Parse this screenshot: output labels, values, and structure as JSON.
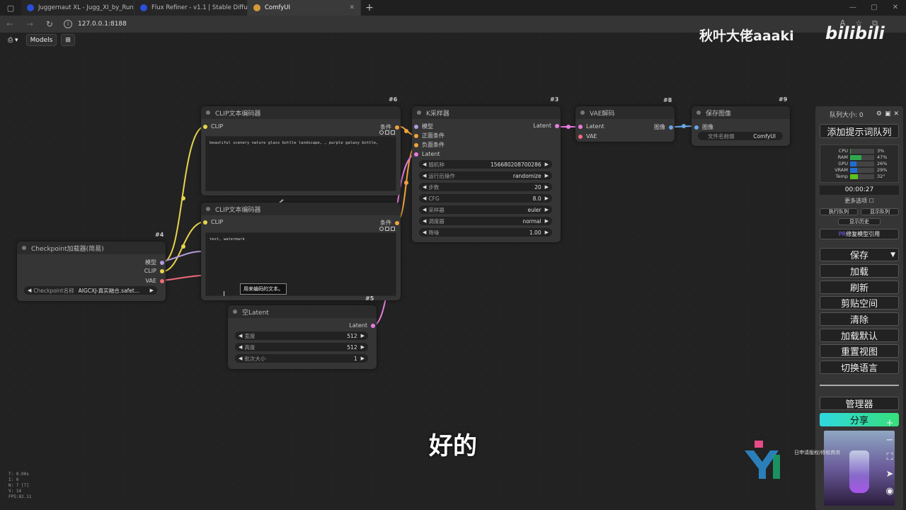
{
  "browser": {
    "tabs": [
      {
        "title": "Juggernaut XL - Jugg_XI_by_Run",
        "favicon_color": "#2a4fd8",
        "active": false
      },
      {
        "title": "Flux Refiner - v1.1 | Stable Diffus",
        "favicon_color": "#2a4fd8",
        "active": false
      },
      {
        "title": "ComfyUI",
        "favicon_color": "#d49a3a",
        "active": true
      }
    ],
    "new_tab_icon": "plus-icon",
    "url": "127.0.0.1:8188"
  },
  "toolbar": {
    "models_label": "Models"
  },
  "nodes": {
    "clip1": {
      "id": "#6",
      "title": "CLIP文本编码器",
      "input": "CLIP",
      "output": "条件",
      "text": "beautiful scenery nature glass bottle landscape, , purple galaxy bottle,"
    },
    "clip2": {
      "id": "",
      "title": "CLIP文本编码器",
      "input": "CLIP",
      "output": "条件",
      "text": "text, watermark",
      "tooltip": "用来编码的文本。"
    },
    "ksampler": {
      "id": "#3",
      "title": "K采样器",
      "inputs": [
        "模型",
        "正面条件",
        "负面条件",
        "Latent"
      ],
      "output": "Latent",
      "widgets": [
        {
          "label": "随机种",
          "value": "156680208700286"
        },
        {
          "label": "运行后操作",
          "value": "randomize"
        },
        {
          "label": "步数",
          "value": "20"
        },
        {
          "label": "CFG",
          "value": "8.0"
        },
        {
          "label": "采样器",
          "value": "euler"
        },
        {
          "label": "调度器",
          "value": "normal"
        },
        {
          "label": "降噪",
          "value": "1.00"
        }
      ]
    },
    "vae": {
      "id": "#8",
      "title": "VAE解码",
      "inputs": [
        "Latent",
        "VAE"
      ],
      "output": "图像"
    },
    "save": {
      "id": "#9",
      "title": "保存图像",
      "input": "图像",
      "widget": {
        "label": "文件名前缀",
        "value": "ComfyUI"
      }
    },
    "checkpoint": {
      "id": "#4",
      "title": "Checkpoint加载器(简易)",
      "outputs": [
        "模型",
        "CLIP",
        "VAE"
      ],
      "widget": {
        "label": "Checkpoint名称",
        "value": "AIGCXJ-真实融合.safet..."
      }
    },
    "latent": {
      "id": "#5",
      "title": "空Latent",
      "output": "Latent",
      "widgets": [
        {
          "label": "宽度",
          "value": "512"
        },
        {
          "label": "高度",
          "value": "512"
        },
        {
          "label": "批次大小",
          "value": "1"
        }
      ]
    }
  },
  "panel": {
    "queue_label": "队列大小: 0",
    "queue_button": "添加提示词队列",
    "monitor": [
      {
        "label": "CPU",
        "value": "3%",
        "fill": 3,
        "color": "#2fa84f"
      },
      {
        "label": "RAM",
        "value": "47%",
        "fill": 47,
        "color": "#2fa84f"
      },
      {
        "label": "GPU",
        "value": "26%",
        "fill": 26,
        "color": "#1f6fd1"
      },
      {
        "label": "VRAM",
        "value": "29%",
        "fill": 29,
        "color": "#1f6fd1"
      },
      {
        "label": "Temp",
        "value": "32°",
        "fill": 32,
        "color": "#5cc21f"
      }
    ],
    "timer": "00:00:27",
    "more_options": "更多选项",
    "small_buttons": [
      "执行队列",
      "显示队列"
    ],
    "history_button": "显示历史",
    "repair_button": "修复模型引用",
    "repair_prefix": "PR",
    "save_button": "保存",
    "load_button": "加载",
    "refresh_button": "刷新",
    "clipspace_button": "剪贴空间",
    "clear_button": "清除",
    "load_default_button": "加载默认",
    "reset_view_button": "重置视图",
    "switch_lang_button": "切换语言",
    "manager_button": "管理器",
    "share_button": "分享"
  },
  "stats": [
    "T: 0.00s",
    "I: 0",
    "N: 7 [7]",
    "V: 14",
    "FPS:82.11"
  ],
  "subtitle": "好的",
  "watermark": {
    "author": "秋叶大佬aaaki",
    "logo": "bilibili",
    "channel": "日申请版权/修权商务"
  }
}
